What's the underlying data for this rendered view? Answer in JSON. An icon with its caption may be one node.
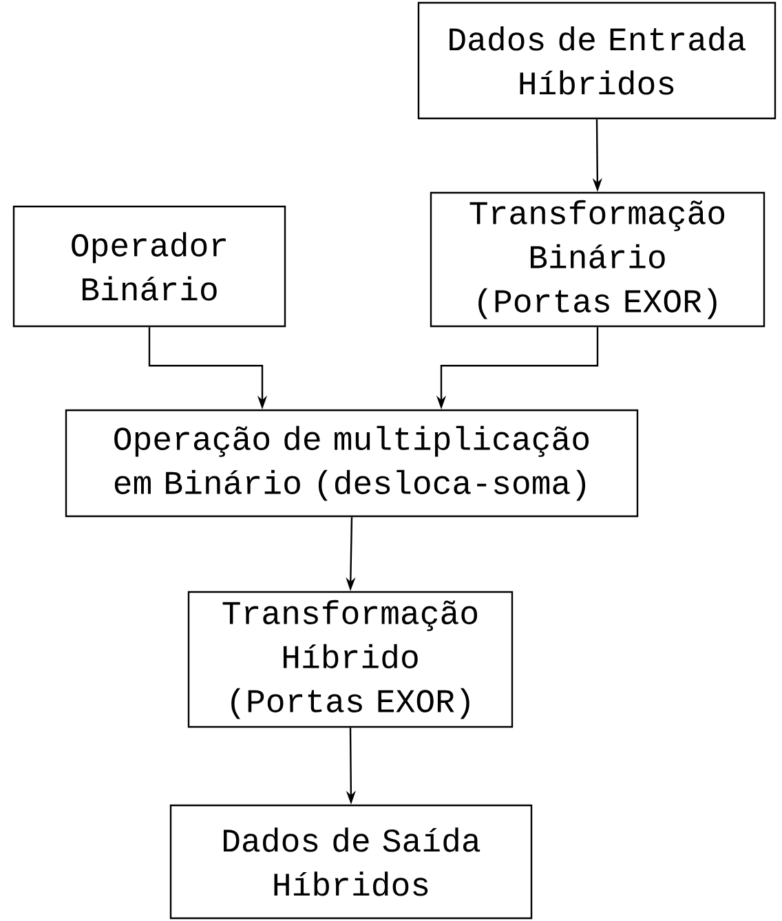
{
  "diagram": {
    "nodes": [
      {
        "text": [
          "Dados de Entrada Híbridos"
        ]
      },
      {
        "text": [
          "Transformação Binário (Portas EXOR)"
        ]
      },
      {
        "text": [
          "Operador Binário"
        ]
      },
      {
        "text": [
          "Operação de multiplicação em Binário (desloca-soma)"
        ]
      },
      {
        "text": [
          "Transformação Híbrido (Portas EXOR)"
        ]
      },
      {
        "text": [
          "Dados de Saída Híbridos"
        ]
      }
    ],
    "edges": [
      {
        "from": 0,
        "to": 1,
        "arrow": "to"
      },
      {
        "from": 2,
        "to": 3,
        "arrow": "to"
      },
      {
        "from": 1,
        "to": 3,
        "arrow": "to"
      },
      {
        "from": 3,
        "to": 4,
        "arrow": "to"
      },
      {
        "from": 4,
        "to": 5,
        "arrow": "to"
      }
    ]
  }
}
